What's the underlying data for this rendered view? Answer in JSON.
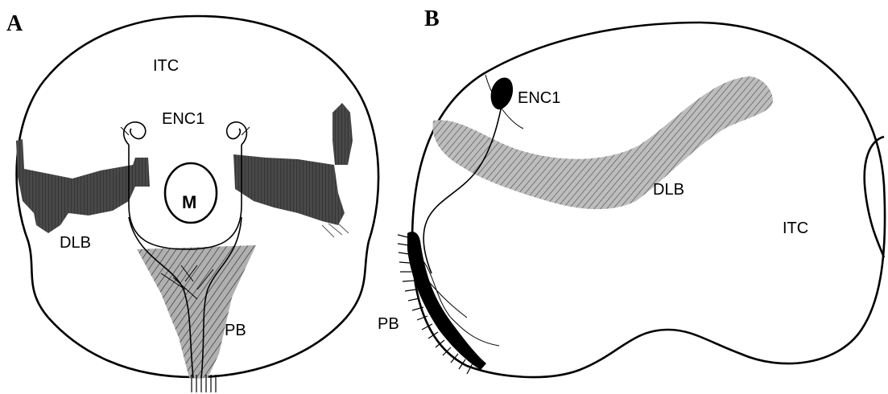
{
  "panels": [
    {
      "letter": "A",
      "labels": {
        "itc": "ITC",
        "enc1": "ENC1",
        "m": "M",
        "dlb": "DLB",
        "pb": "PB"
      }
    },
    {
      "letter": "B",
      "labels": {
        "enc1": "ENC1",
        "dlb": "DLB",
        "itc": "ITC",
        "pb": "PB"
      }
    }
  ],
  "colors": {
    "ink": "#000000",
    "dark_region": "#4a4a4a",
    "gray_region": "#a8a8a8"
  }
}
